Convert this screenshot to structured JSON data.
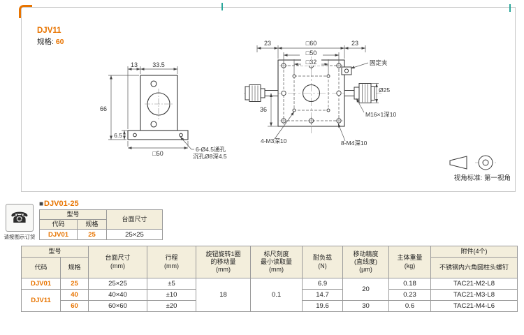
{
  "colors": {
    "accent": "#e87400",
    "table_header_bg": "#f3eedc",
    "row_shade": "#faf6ea",
    "registration_mark": "#2aa79b"
  },
  "header": {
    "model": "DJV11",
    "spec_label": "规格:",
    "spec_value": "60"
  },
  "drawing": {
    "side": {
      "d13": "13",
      "d33_5": "33.5",
      "d66": "66",
      "d6_5": "6.5",
      "dbase": "□50",
      "note1": "6-Ø4.5通孔",
      "note2": "沉孔Ø8深4.5"
    },
    "front": {
      "d23l": "23",
      "d60": "□60",
      "d23r": "23",
      "d50": "□50",
      "d32": "□32",
      "d36": "36",
      "d25": "Ø25",
      "clamp": "固定夹",
      "thread": "M16×1深10",
      "m3": "4-M3深10",
      "m4": "8-M4深10"
    },
    "view_note": "视角标准: 第一视角"
  },
  "order": {
    "icon": "☎",
    "note": "请按图示订货"
  },
  "mini_table": {
    "bullet": "■",
    "title": "DJV01-25",
    "h_model": "型号",
    "h_code": "代码",
    "h_spec": "规格",
    "h_size": "台面尺寸",
    "row": {
      "code": "DJV01",
      "spec": "25",
      "size": "25×25"
    }
  },
  "spec_table": {
    "headers": {
      "model": "型号",
      "code": "代码",
      "spec": "规格",
      "size": "台面尺寸\n(mm)",
      "stroke": "行程\n(mm)",
      "knob": "旋钮旋转1圈\n的移动量\n(mm)",
      "scale": "标尺刻度\n最小读取量\n(mm)",
      "load": "耐负载\n(N)",
      "accuracy": "移动精度\n(直线度)\n(μm)",
      "weight": "主体重量\n(kg)",
      "accessory": "附件(4个)",
      "accessory_sub": "不锈钢内六角圆柱头螺钉"
    },
    "shared": {
      "knob_move": "18",
      "scale_min": "0.1",
      "accuracy_25_40": "20"
    },
    "rows": [
      {
        "code": "DJV01",
        "spec": "25",
        "size": "25×25",
        "stroke": "±5",
        "load": "6.9",
        "weight": "0.18",
        "accessory": "TAC21-M2-L8"
      },
      {
        "code": "DJV11",
        "spec": "40",
        "size": "40×40",
        "stroke": "±10",
        "load": "14.7",
        "weight": "0.23",
        "accessory": "TAC21-M3-L8"
      },
      {
        "spec": "60",
        "size": "60×60",
        "stroke": "±20",
        "load": "19.6",
        "accuracy": "30",
        "weight": "0.6",
        "accessory": "TAC21-M4-L6"
      }
    ]
  }
}
